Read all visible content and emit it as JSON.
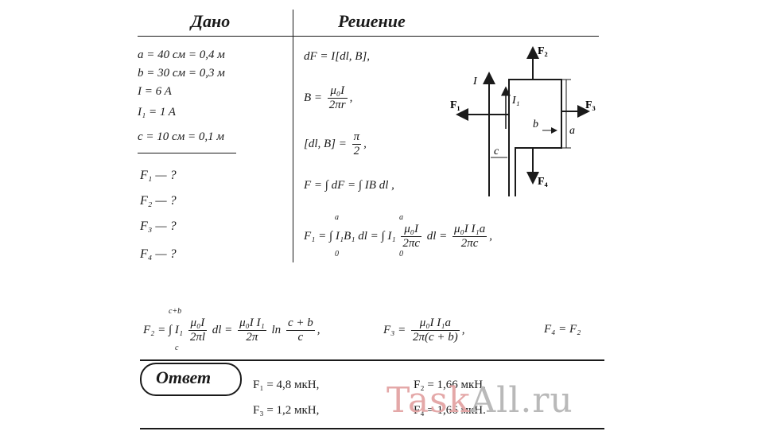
{
  "header": {
    "given_title": "Дано",
    "solution_title": "Решение"
  },
  "given": {
    "a": "a = 40  см = 0,4 м",
    "b": "b = 30  см = 0,3 м",
    "I": "I = 6  A",
    "I1": "I₁ = 1  A",
    "c": "c = 10  см = 0,1 м"
  },
  "unknowns": [
    "F₁  — ?",
    "F₂  — ?",
    "F₃  — ?",
    "F₄  — ?"
  ],
  "solution": {
    "eq1": "dF = I[dl, B],",
    "eq2_lhs": "B =",
    "eq2_num": "μ₀I",
    "eq2_den": "2πr",
    "eq3_lhs": "[dl, B] =",
    "eq3_num": "π",
    "eq3_den": "2",
    "eq4": "F = ∫ dF = ∫ IB dl ,",
    "eq5_a": "F₁ = ∫ I₁B₁ dl = ∫ I₁",
    "eq5_num1": "μ₀I",
    "eq5_den1": "2πc",
    "eq5_b": "dl =",
    "eq5_num2": "μ₀I I₁a",
    "eq5_den2": "2πc",
    "limits_top": "a",
    "limits_bottom": "0",
    "eq6_a": "F₂ = ∫ I₁",
    "eq6_num1": "μ₀I",
    "eq6_den1": "2πl",
    "eq6_b": "dl =",
    "eq6_num2": "μ₀I I₁",
    "eq6_den2": "2π",
    "eq6_c": "ln",
    "eq6_num3": "c + b",
    "eq6_den3": "c",
    "eq6_ltop": "c+b",
    "eq6_lbot": "c",
    "eq7_a": "F₃ =",
    "eq7_num": "μ₀I I₁a",
    "eq7_den": "2π(c + b)",
    "eq8": "F₄ = F₂"
  },
  "diagram": {
    "labels": {
      "F1": "F₁",
      "F2": "F₂",
      "F3": "F₃",
      "F4": "F₄",
      "I": "I",
      "I1": "I₁",
      "b": "b",
      "a": "a",
      "c": "c"
    }
  },
  "answer": {
    "title": "Ответ",
    "f1": "F₁ = 4,8  мкН,",
    "f2": "F₂ = 1,66  мкН,",
    "f3": "F₃ = 1,2  мкН,",
    "f4": "F₄ = 1,66  мкН."
  },
  "watermark": {
    "part1": "Task",
    "part2": "All",
    "part3": ".ru"
  }
}
